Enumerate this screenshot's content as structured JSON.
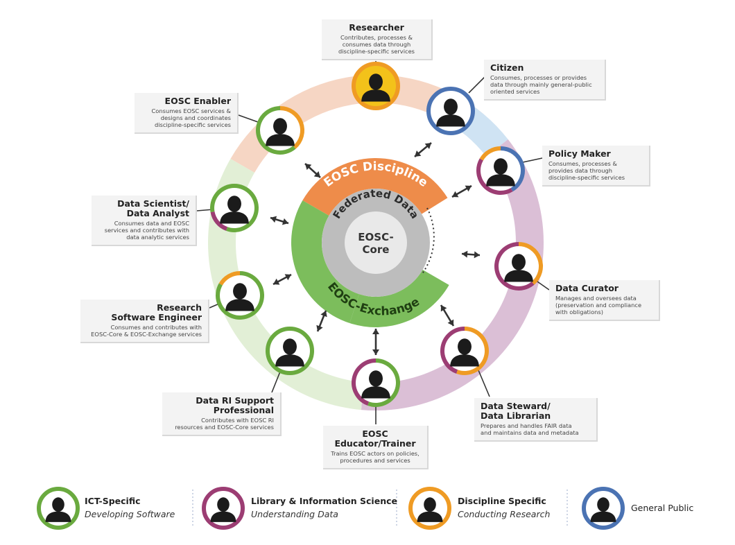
{
  "layers": {
    "discipline": "EOSC Discipline",
    "federated": "Federated Data",
    "core_line1": "EOSC-",
    "core_line2": "Core",
    "exchange": "EOSC-Exchange"
  },
  "colors": {
    "ict": "#6aaa3f",
    "library": "#9c3d73",
    "discipline": "#ef9b24",
    "public": "#4b73b3",
    "band_peach": "#f6d6c4",
    "band_green": "#e2efd6",
    "band_mauve": "#dbbfd6",
    "band_blue": "#cfe3f3",
    "orange_sector": "#ee8c4a",
    "green_sector": "#7cbd5c",
    "core_gray": "#cdcdcd"
  },
  "actors": [
    {
      "id": "researcher",
      "title": "Researcher",
      "desc": "Contributes, processes &\nconsumes  data through\ndiscipline-specific services"
    },
    {
      "id": "citizen",
      "title": "Citizen",
      "desc": "Consumes, processes or provides\ndata through mainly general-public\noriented services"
    },
    {
      "id": "policy",
      "title": "Policy Maker",
      "desc": "Consumes, processes &\nprovides data through\ndiscipline-specific services"
    },
    {
      "id": "curator",
      "title": "Data Curator",
      "desc": "Manages and oversees data\n(preservation and compliance\nwith obligations)"
    },
    {
      "id": "steward",
      "title": "Data Steward/\nData Librarian",
      "desc": "Prepares and handles FAIR data\nand maintains data and metadata"
    },
    {
      "id": "educator",
      "title": "EOSC\nEducator/Trainer",
      "desc": "Trains EOSC actors on policies,\nprocedures and services"
    },
    {
      "id": "support",
      "title": "Data RI Support\nProfessional",
      "desc": "Contributes with EOSC RI\nresources and EOSC-Core services"
    },
    {
      "id": "rse",
      "title": "Research\nSoftware Engineer",
      "desc": "Consumes and contributes with\nEOSC-Core & EOSC-Exchange services"
    },
    {
      "id": "scientist",
      "title": "Data Scientist/\nData Analyst",
      "desc": "Consumes data and EOSC\nservices and contributes with\ndata analytic services"
    },
    {
      "id": "enabler",
      "title": "EOSC Enabler",
      "desc": "Consumes EOSC services &\ndesigns and coordinates\ndiscipline-specific services"
    }
  ],
  "legend": [
    {
      "title": "ICT-Specific",
      "sub": "Developing Software"
    },
    {
      "title": "Library & Information Science",
      "sub": "Understanding Data"
    },
    {
      "title": "Discipline Specific",
      "sub": "Conducting Research"
    },
    {
      "title": "General Public",
      "sub": ""
    }
  ]
}
